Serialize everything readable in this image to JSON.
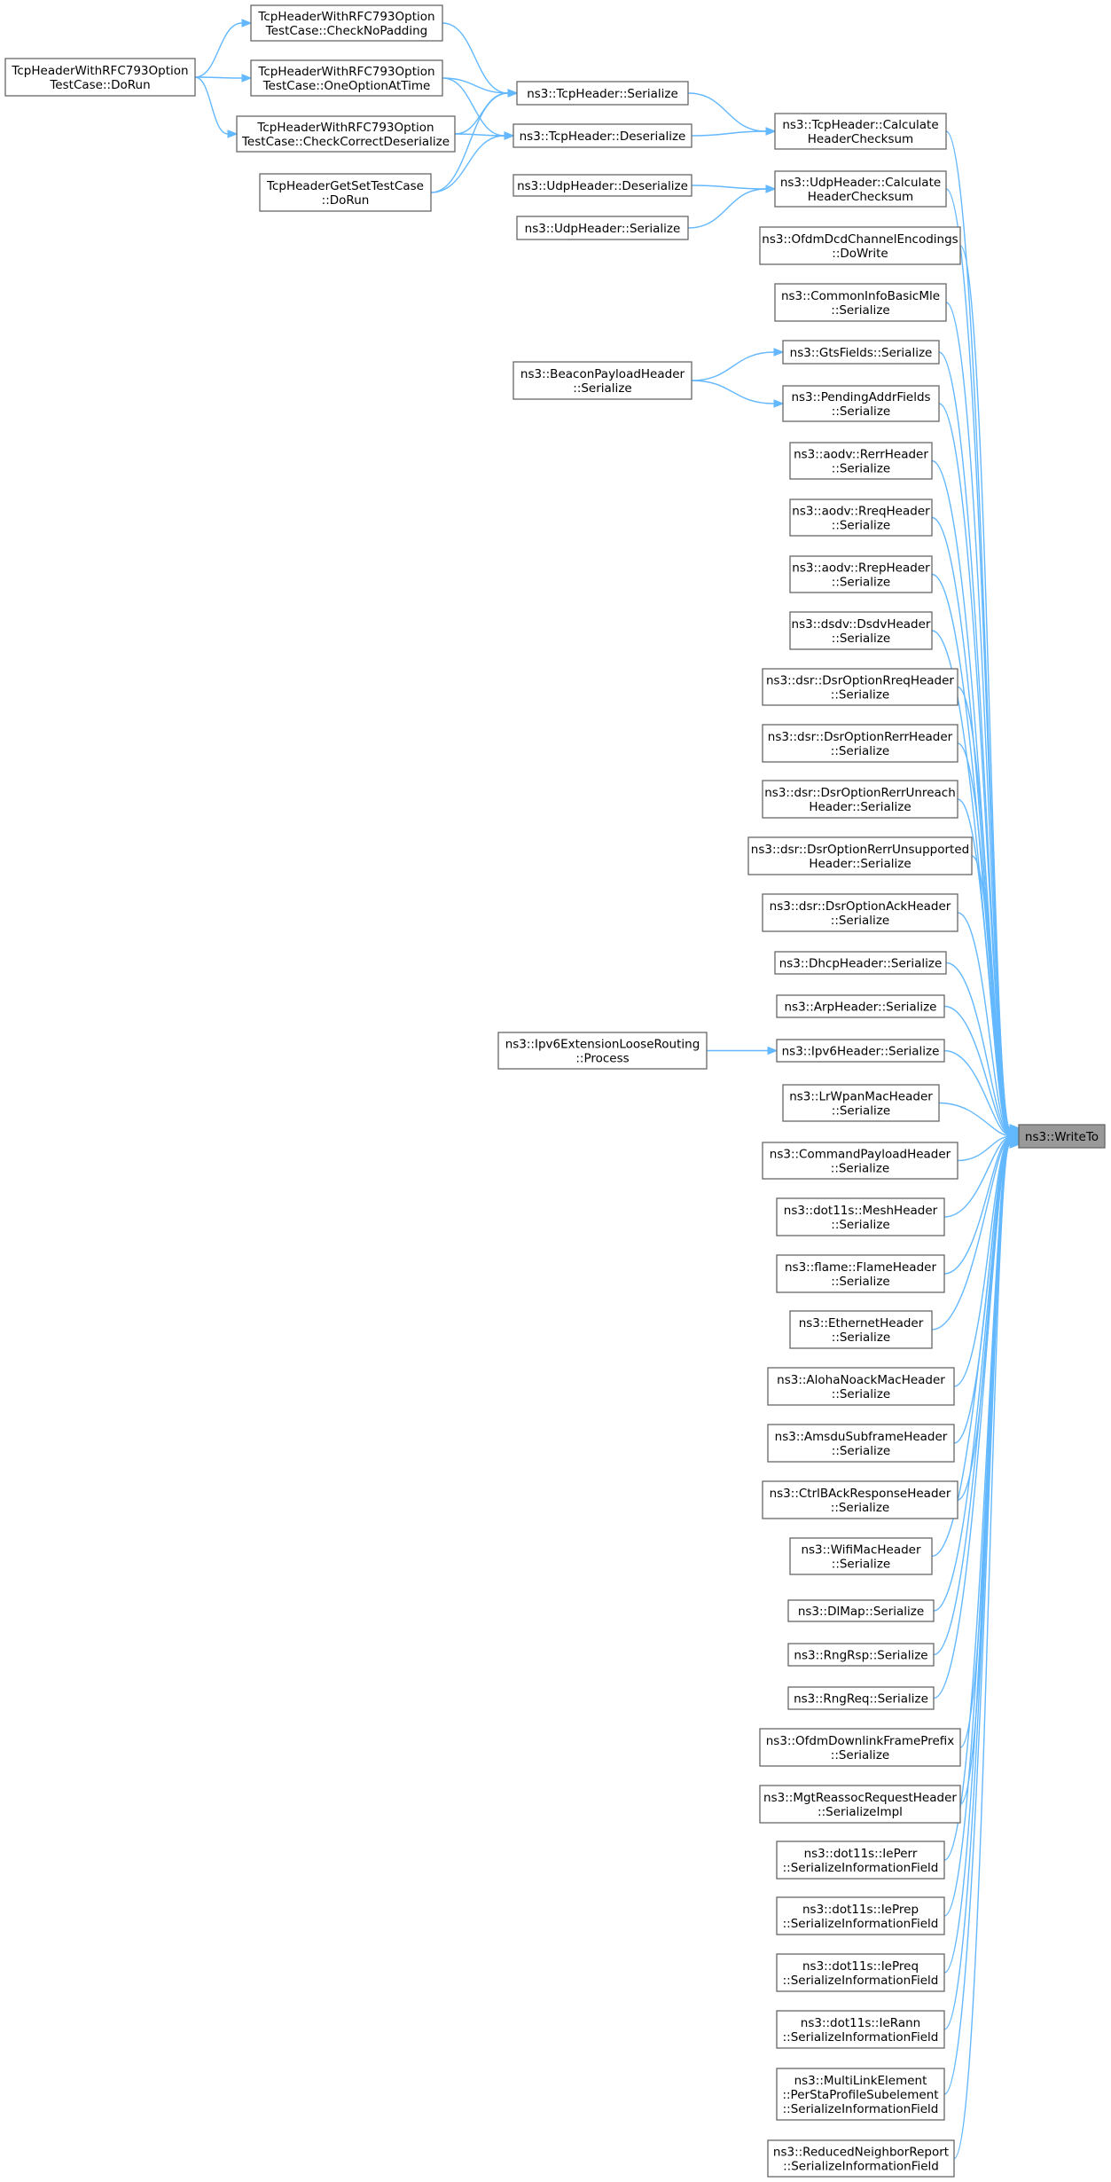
{
  "diagram": {
    "title": "",
    "target": {
      "id": "writeto",
      "lines": [
        "ns3::WriteTo"
      ]
    },
    "nodes": [
      {
        "id": "tcp_nopad",
        "lines": [
          "TcpHeaderWithRFC793Option",
          "TestCase::CheckNoPadding"
        ]
      },
      {
        "id": "tcp_dorun",
        "lines": [
          "TcpHeaderWithRFC793Option",
          "TestCase::DoRun"
        ]
      },
      {
        "id": "tcp_oneopt",
        "lines": [
          "TcpHeaderWithRFC793Option",
          "TestCase::OneOptionAtTime"
        ]
      },
      {
        "id": "tcp_checkdeser",
        "lines": [
          "TcpHeaderWithRFC793Option",
          "TestCase::CheckCorrectDeserialize"
        ]
      },
      {
        "id": "tcp_getset",
        "lines": [
          "TcpHeaderGetSetTestCase",
          "::DoRun"
        ]
      },
      {
        "id": "tcphdr_ser",
        "lines": [
          "ns3::TcpHeader::Serialize"
        ]
      },
      {
        "id": "tcphdr_deser",
        "lines": [
          "ns3::TcpHeader::Deserialize"
        ]
      },
      {
        "id": "udphdr_deser",
        "lines": [
          "ns3::UdpHeader::Deserialize"
        ]
      },
      {
        "id": "udphdr_ser",
        "lines": [
          "ns3::UdpHeader::Serialize"
        ]
      },
      {
        "id": "beacon",
        "lines": [
          "ns3::BeaconPayloadHeader",
          "::Serialize"
        ]
      },
      {
        "id": "ipv6loose",
        "lines": [
          "ns3::Ipv6ExtensionLooseRouting",
          "::Process"
        ]
      },
      {
        "id": "tcp_checksum",
        "lines": [
          "ns3::TcpHeader::Calculate",
          "HeaderChecksum"
        ]
      },
      {
        "id": "udp_checksum",
        "lines": [
          "ns3::UdpHeader::Calculate",
          "HeaderChecksum"
        ]
      },
      {
        "id": "ofdmdcd",
        "lines": [
          "ns3::OfdmDcdChannelEncodings",
          "::DoWrite"
        ]
      },
      {
        "id": "commoninfo",
        "lines": [
          "ns3::CommonInfoBasicMle",
          "::Serialize"
        ]
      },
      {
        "id": "gts",
        "lines": [
          "ns3::GtsFields::Serialize"
        ]
      },
      {
        "id": "pending",
        "lines": [
          "ns3::PendingAddrFields",
          "::Serialize"
        ]
      },
      {
        "id": "rerr",
        "lines": [
          "ns3::aodv::RerrHeader",
          "::Serialize"
        ]
      },
      {
        "id": "rreq",
        "lines": [
          "ns3::aodv::RreqHeader",
          "::Serialize"
        ]
      },
      {
        "id": "rrep",
        "lines": [
          "ns3::aodv::RrepHeader",
          "::Serialize"
        ]
      },
      {
        "id": "dsdv",
        "lines": [
          "ns3::dsdv::DsdvHeader",
          "::Serialize"
        ]
      },
      {
        "id": "dsrrreq",
        "lines": [
          "ns3::dsr::DsrOptionRreqHeader",
          "::Serialize"
        ]
      },
      {
        "id": "dsrrerr",
        "lines": [
          "ns3::dsr::DsrOptionRerrHeader",
          "::Serialize"
        ]
      },
      {
        "id": "dsrunreach",
        "lines": [
          "ns3::dsr::DsrOptionRerrUnreach",
          "Header::Serialize"
        ]
      },
      {
        "id": "dsrunsup",
        "lines": [
          "ns3::dsr::DsrOptionRerrUnsupported",
          "Header::Serialize"
        ]
      },
      {
        "id": "dsrack",
        "lines": [
          "ns3::dsr::DsrOptionAckHeader",
          "::Serialize"
        ]
      },
      {
        "id": "dhcp",
        "lines": [
          "ns3::DhcpHeader::Serialize"
        ]
      },
      {
        "id": "arp",
        "lines": [
          "ns3::ArpHeader::Serialize"
        ]
      },
      {
        "id": "ipv6hdr",
        "lines": [
          "ns3::Ipv6Header::Serialize"
        ]
      },
      {
        "id": "lrwpan",
        "lines": [
          "ns3::LrWpanMacHeader",
          "::Serialize"
        ]
      },
      {
        "id": "cmdpayload",
        "lines": [
          "ns3::CommandPayloadHeader",
          "::Serialize"
        ]
      },
      {
        "id": "mesh",
        "lines": [
          "ns3::dot11s::MeshHeader",
          "::Serialize"
        ]
      },
      {
        "id": "flame",
        "lines": [
          "ns3::flame::FlameHeader",
          "::Serialize"
        ]
      },
      {
        "id": "ethernet",
        "lines": [
          "ns3::EthernetHeader",
          "::Serialize"
        ]
      },
      {
        "id": "aloha",
        "lines": [
          "ns3::AlohaNoackMacHeader",
          "::Serialize"
        ]
      },
      {
        "id": "amsdu",
        "lines": [
          "ns3::AmsduSubframeHeader",
          "::Serialize"
        ]
      },
      {
        "id": "ctrlback",
        "lines": [
          "ns3::CtrlBAckResponseHeader",
          "::Serialize"
        ]
      },
      {
        "id": "wifimac",
        "lines": [
          "ns3::WifiMacHeader",
          "::Serialize"
        ]
      },
      {
        "id": "dlmap",
        "lines": [
          "ns3::DlMap::Serialize"
        ]
      },
      {
        "id": "rngrsp",
        "lines": [
          "ns3::RngRsp::Serialize"
        ]
      },
      {
        "id": "rngreq",
        "lines": [
          "ns3::RngReq::Serialize"
        ]
      },
      {
        "id": "ofdmdl",
        "lines": [
          "ns3::OfdmDownlinkFramePrefix",
          "::Serialize"
        ]
      },
      {
        "id": "mgtreassoc",
        "lines": [
          "ns3::MgtReassocRequestHeader",
          "::SerializeImpl"
        ]
      },
      {
        "id": "ieperr",
        "lines": [
          "ns3::dot11s::IePerr",
          "::SerializeInformationField"
        ]
      },
      {
        "id": "ieprep",
        "lines": [
          "ns3::dot11s::IePrep",
          "::SerializeInformationField"
        ]
      },
      {
        "id": "iepreq",
        "lines": [
          "ns3::dot11s::IePreq",
          "::SerializeInformationField"
        ]
      },
      {
        "id": "ierann",
        "lines": [
          "ns3::dot11s::IeRann",
          "::SerializeInformationField"
        ]
      },
      {
        "id": "multilink",
        "lines": [
          "ns3::MultiLinkElement",
          "::PerStaProfileSubelement",
          "::SerializeInformationField"
        ]
      },
      {
        "id": "reducedneigh",
        "lines": [
          "ns3::ReducedNeighborReport",
          "::SerializeInformationField"
        ]
      }
    ],
    "edges": [
      {
        "from": "tcp_dorun",
        "to": "tcp_nopad"
      },
      {
        "from": "tcp_dorun",
        "to": "tcp_oneopt"
      },
      {
        "from": "tcp_dorun",
        "to": "tcp_checkdeser"
      },
      {
        "from": "tcp_nopad",
        "to": "tcphdr_ser"
      },
      {
        "from": "tcp_oneopt",
        "to": "tcphdr_ser"
      },
      {
        "from": "tcp_oneopt",
        "to": "tcphdr_deser"
      },
      {
        "from": "tcp_checkdeser",
        "to": "tcphdr_ser"
      },
      {
        "from": "tcp_checkdeser",
        "to": "tcphdr_deser"
      },
      {
        "from": "tcp_getset",
        "to": "tcphdr_ser"
      },
      {
        "from": "tcp_getset",
        "to": "tcphdr_deser"
      },
      {
        "from": "tcphdr_ser",
        "to": "tcp_checksum"
      },
      {
        "from": "tcphdr_deser",
        "to": "tcp_checksum"
      },
      {
        "from": "udphdr_deser",
        "to": "udp_checksum"
      },
      {
        "from": "udphdr_ser",
        "to": "udp_checksum"
      },
      {
        "from": "beacon",
        "to": "gts"
      },
      {
        "from": "beacon",
        "to": "pending"
      },
      {
        "from": "ipv6loose",
        "to": "ipv6hdr"
      },
      {
        "from": "tcp_checksum",
        "to": "writeto"
      },
      {
        "from": "udp_checksum",
        "to": "writeto"
      },
      {
        "from": "ofdmdcd",
        "to": "writeto"
      },
      {
        "from": "commoninfo",
        "to": "writeto"
      },
      {
        "from": "gts",
        "to": "writeto"
      },
      {
        "from": "pending",
        "to": "writeto"
      },
      {
        "from": "rerr",
        "to": "writeto"
      },
      {
        "from": "rreq",
        "to": "writeto"
      },
      {
        "from": "rrep",
        "to": "writeto"
      },
      {
        "from": "dsdv",
        "to": "writeto"
      },
      {
        "from": "dsrrreq",
        "to": "writeto"
      },
      {
        "from": "dsrrerr",
        "to": "writeto"
      },
      {
        "from": "dsrunreach",
        "to": "writeto"
      },
      {
        "from": "dsrunsup",
        "to": "writeto"
      },
      {
        "from": "dsrack",
        "to": "writeto"
      },
      {
        "from": "dhcp",
        "to": "writeto"
      },
      {
        "from": "arp",
        "to": "writeto"
      },
      {
        "from": "ipv6hdr",
        "to": "writeto"
      },
      {
        "from": "lrwpan",
        "to": "writeto"
      },
      {
        "from": "cmdpayload",
        "to": "writeto"
      },
      {
        "from": "mesh",
        "to": "writeto"
      },
      {
        "from": "flame",
        "to": "writeto"
      },
      {
        "from": "ethernet",
        "to": "writeto"
      },
      {
        "from": "aloha",
        "to": "writeto"
      },
      {
        "from": "amsdu",
        "to": "writeto"
      },
      {
        "from": "ctrlback",
        "to": "writeto"
      },
      {
        "from": "wifimac",
        "to": "writeto"
      },
      {
        "from": "dlmap",
        "to": "writeto"
      },
      {
        "from": "rngrsp",
        "to": "writeto"
      },
      {
        "from": "rngreq",
        "to": "writeto"
      },
      {
        "from": "ofdmdl",
        "to": "writeto"
      },
      {
        "from": "mgtreassoc",
        "to": "writeto"
      },
      {
        "from": "ieperr",
        "to": "writeto"
      },
      {
        "from": "ieprep",
        "to": "writeto"
      },
      {
        "from": "iepreq",
        "to": "writeto"
      },
      {
        "from": "ierann",
        "to": "writeto"
      },
      {
        "from": "multilink",
        "to": "writeto"
      },
      {
        "from": "reducedneigh",
        "to": "writeto"
      }
    ],
    "colors": {
      "edge": "#63b8ff",
      "node_border": "#666666",
      "node_fill": "#ffffff",
      "target_fill": "#999999"
    }
  }
}
